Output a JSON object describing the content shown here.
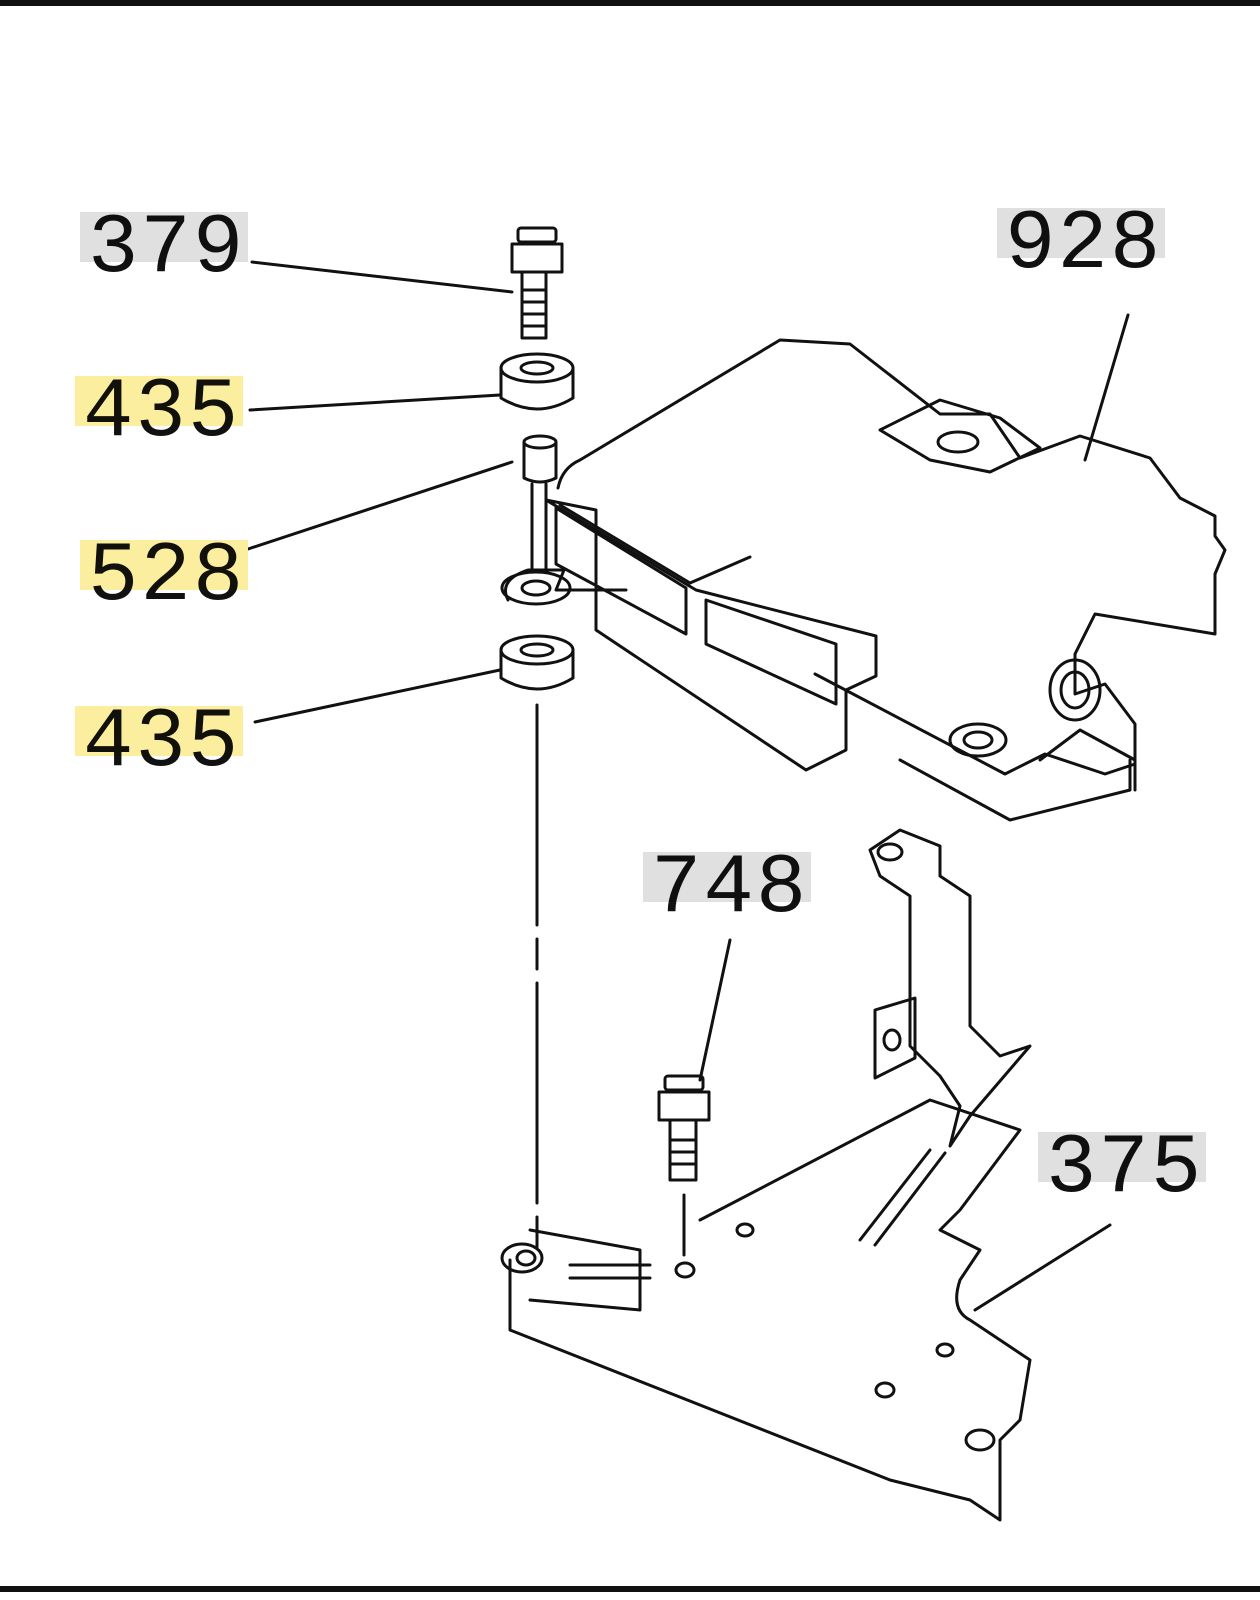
{
  "callouts": [
    {
      "id": "379",
      "label": "379",
      "highlight": "gray"
    },
    {
      "id": "435a",
      "label": "435",
      "highlight": "yellow"
    },
    {
      "id": "528",
      "label": "528",
      "highlight": "yellow"
    },
    {
      "id": "435b",
      "label": "435",
      "highlight": "yellow"
    },
    {
      "id": "928",
      "label": "928",
      "highlight": "gray"
    },
    {
      "id": "748",
      "label": "748",
      "highlight": "gray"
    },
    {
      "id": "375",
      "label": "375",
      "highlight": "gray"
    }
  ],
  "colors": {
    "gray_highlight": "#e0e0e0",
    "yellow_highlight": "#fbee9e",
    "line": "#111111"
  }
}
